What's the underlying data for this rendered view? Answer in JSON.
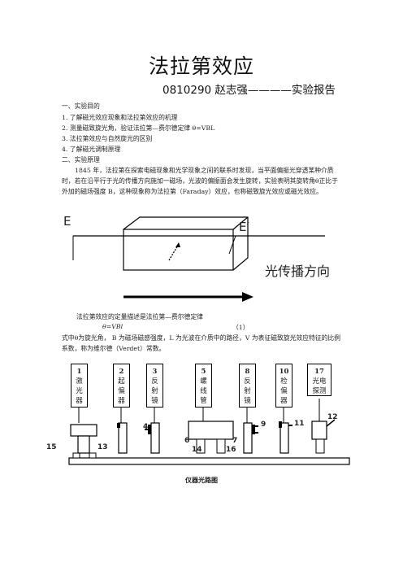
{
  "doc": {
    "title": "法拉第效应",
    "subtitle": "0810290 赵志强————实验报告",
    "section1": "一、实验目的",
    "objectives": [
      "1.  了解磁光效应现象和法拉第效应的机理",
      "2.  测量磁致旋光角，验证法拉第—费尔德定律 θ=VBL",
      "3.  法拉第效应与自然旋光的区别",
      "4.  了解磁光调制原理"
    ],
    "section2": "二、实验原理",
    "principle": "1845 年，法拉第在探索电磁现象和光学现象之间的联系时发现，当平面偏振光穿透某种介质时，若在沿平行于光的传播方向施加一磁场，光波的偏振面会发生旋转，实验表明其旋转角θ正比于外加的磁场强度 B，这种现象称为法拉第（Faraday）效应，也称磁致旋光效应或磁光效应。",
    "law_intro": "法拉第效应的定量描述是法拉第—费尔德定律",
    "formula": "θ=VBl",
    "formula_no": "（1）",
    "definitions": "式中θ为旋光角，  B 为磁场磁感强度，L 为光波在介质中的路径，V 为表征磁致旋光效应特征的比例系数，称为维尔德（Verdet）常数。"
  },
  "figure1": {
    "label_e": "E",
    "label_e_prime": "E′",
    "direction_label": "光传播方向"
  },
  "figure2": {
    "boxes": [
      {
        "num": "1",
        "text": "激光器"
      },
      {
        "num": "2",
        "text": "起偏器"
      },
      {
        "num": "3",
        "text": "反射镜"
      },
      {
        "num": "5",
        "text": "螺线管"
      },
      {
        "num": "8",
        "text": "反射镜"
      },
      {
        "num": "10",
        "text": "检偏器"
      },
      {
        "num": "17",
        "text": "光电探测"
      }
    ],
    "part_labels": [
      "4",
      "6",
      "7",
      "9",
      "11",
      "12",
      "13",
      "14",
      "15",
      "16"
    ],
    "caption": "仪器光路图"
  }
}
